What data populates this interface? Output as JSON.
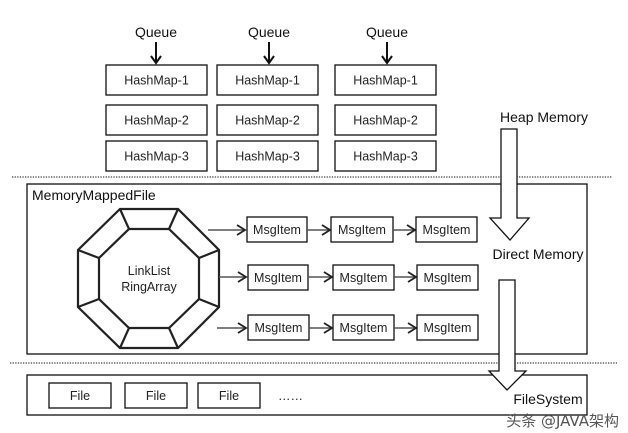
{
  "heap": {
    "queues": [
      {
        "label": "Queue",
        "hashmaps": [
          "HashMap-1",
          "HashMap-2",
          "HashMap-3"
        ]
      },
      {
        "label": "Queue",
        "hashmaps": [
          "HashMap-1",
          "HashMap-2",
          "HashMap-3"
        ]
      },
      {
        "label": "Queue",
        "hashmaps": [
          "HashMap-1",
          "HashMap-2",
          "HashMap-3"
        ]
      }
    ],
    "label": "Heap Memory"
  },
  "direct": {
    "container_label": "MemoryMappedFile",
    "ring_label_line1": "LinkList",
    "ring_label_line2": "RingArray",
    "rows": [
      [
        "MsgItem",
        "MsgItem",
        "MsgItem"
      ],
      [
        "MsgItem",
        "MsgItem",
        "MsgItem"
      ],
      [
        "MsgItem",
        "MsgItem",
        "MsgItem"
      ]
    ],
    "label": "Direct Memory"
  },
  "filesystem": {
    "files": [
      "File",
      "File",
      "File"
    ],
    "ellipsis": "……",
    "label": "FileSystem"
  },
  "watermark": "头条 @JAVA架构"
}
